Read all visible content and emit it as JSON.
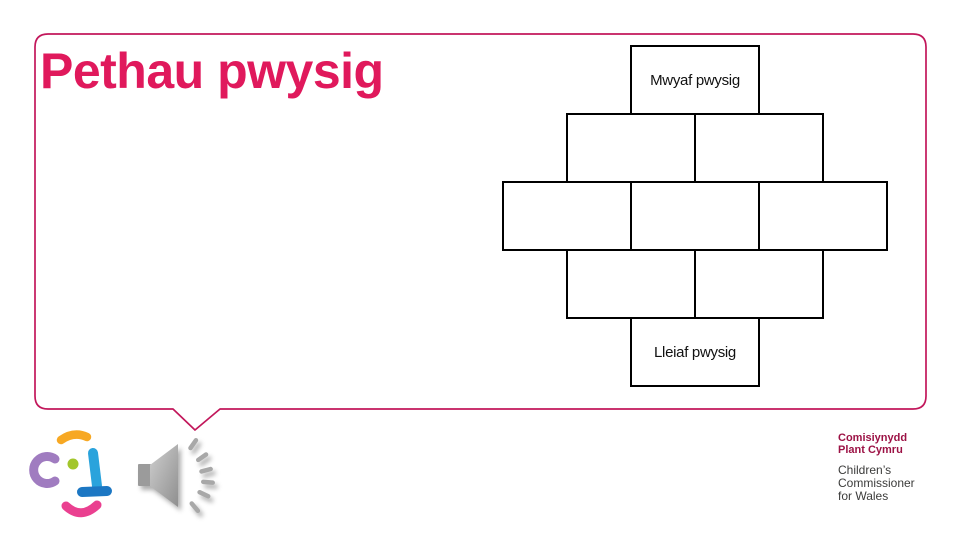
{
  "slide": {
    "title": "Pethau pwysig",
    "title_color": "#E0195C",
    "bubble_border_color": "#C2175B",
    "background_color": "#FFFFFF"
  },
  "diamond": {
    "box_count": 9,
    "box_border_color": "#000000",
    "top_label": "Mwyaf pwysig",
    "bottom_label": "Lleiaf pwysig"
  },
  "footer": {
    "welsh_line1": "Comisiynydd",
    "welsh_line2": "Plant Cymru",
    "english_line1": "Children’s",
    "english_line2": "Commissioner",
    "english_line3": "for Wales",
    "welsh_color": "#9C1245",
    "english_color": "#3C3C3B"
  },
  "icons": {
    "logo": "children-commissioner-face-logo",
    "audio": "speaker-audio-icon",
    "logo_colors": {
      "orange": "#F7A823",
      "purple": "#A07CC0",
      "green": "#A2C62B",
      "light_blue": "#2AA3DC",
      "dark_blue": "#1C77C3",
      "pink": "#EA4090"
    },
    "speaker_color": "#A8A8A8"
  }
}
